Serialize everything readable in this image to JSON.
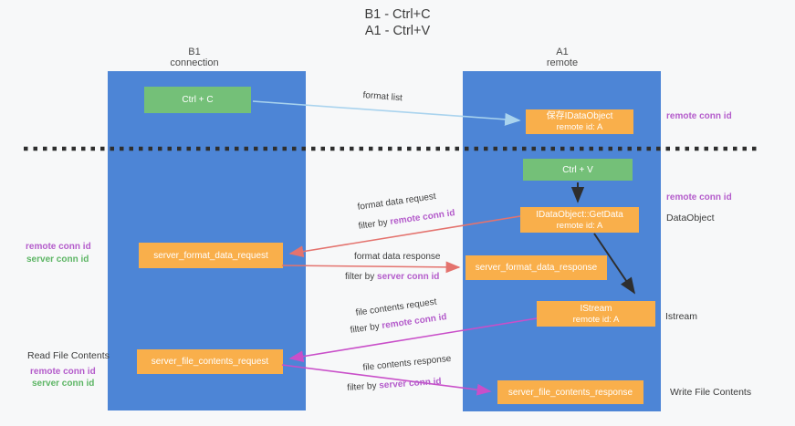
{
  "title": {
    "line1": "B1 - Ctrl+C",
    "line2": "A1 - Ctrl+V"
  },
  "columns": {
    "left": {
      "name": "B1",
      "role": "connection"
    },
    "right": {
      "name": "A1",
      "role": "remote"
    }
  },
  "boxes": {
    "ctrl_c": {
      "label": "Ctrl + C"
    },
    "ctrl_v": {
      "label": "Ctrl + V"
    },
    "save_dataobject": {
      "line1": "保存IDataObject",
      "line2": "remote id: A"
    },
    "getdata": {
      "line1": "IDataObject::GetData",
      "line2": "remote id: A"
    },
    "istream": {
      "line1": "IStream",
      "line2": "remote id: A"
    },
    "server_format_data_request": {
      "label": "server_format_data_request"
    },
    "server_format_data_response": {
      "label": "server_format_data_response"
    },
    "server_file_contents_request": {
      "label": "server_file_contents_request"
    },
    "server_file_contents_response": {
      "label": "server_file_contents_response"
    }
  },
  "arrow_labels": {
    "format_list": "format list",
    "format_data_request": "format data request",
    "format_data_response": "format data response",
    "file_contents_request": "file contents request",
    "file_contents_response": "file contents response",
    "filter_prefix": "filter by ",
    "remote_conn_id": "remote conn id",
    "server_conn_id": "server conn id"
  },
  "side_labels": {
    "right_remote_conn_id_1": "remote conn id",
    "right_remote_conn_id_2": "remote conn id",
    "dataobject": "DataObject",
    "istream": "Istream",
    "write_file_contents": "Write File Contents",
    "left_remote_conn_id_1": "remote conn id",
    "left_server_conn_id_1": "server conn id",
    "read_file_contents": "Read File Contents",
    "left_remote_conn_id_2": "remote conn id",
    "left_server_conn_id_2": "server conn id"
  },
  "colors": {
    "lifeline_blue": "#4d85d6",
    "box_green": "#74c078",
    "box_orange": "#f9af4b",
    "purple_text": "#b45ccb",
    "green_text": "#5cb564",
    "arrow_light_blue": "#a9d3ee",
    "arrow_salmon": "#e4736e",
    "arrow_magenta": "#c94fc9",
    "arrow_black": "#2e2e2e",
    "background": "#f7f8f9"
  }
}
